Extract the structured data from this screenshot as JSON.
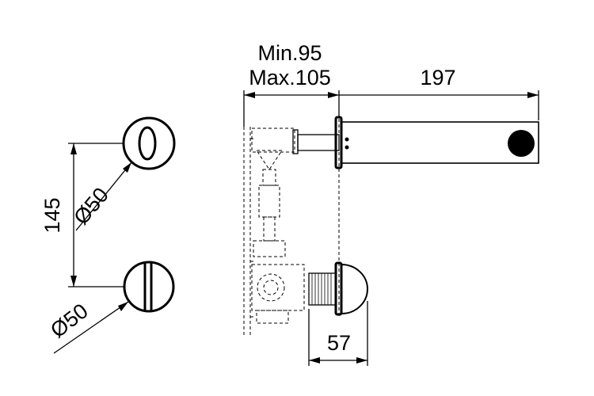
{
  "dimensions": {
    "wall_depth_min": "Min.95",
    "wall_depth_max": "Max.105",
    "spout_length": "197",
    "handle_projection": "57",
    "vertical_spacing": "145",
    "spout_plate_diameter": "Ø50",
    "handle_plate_diameter": "Ø50"
  }
}
